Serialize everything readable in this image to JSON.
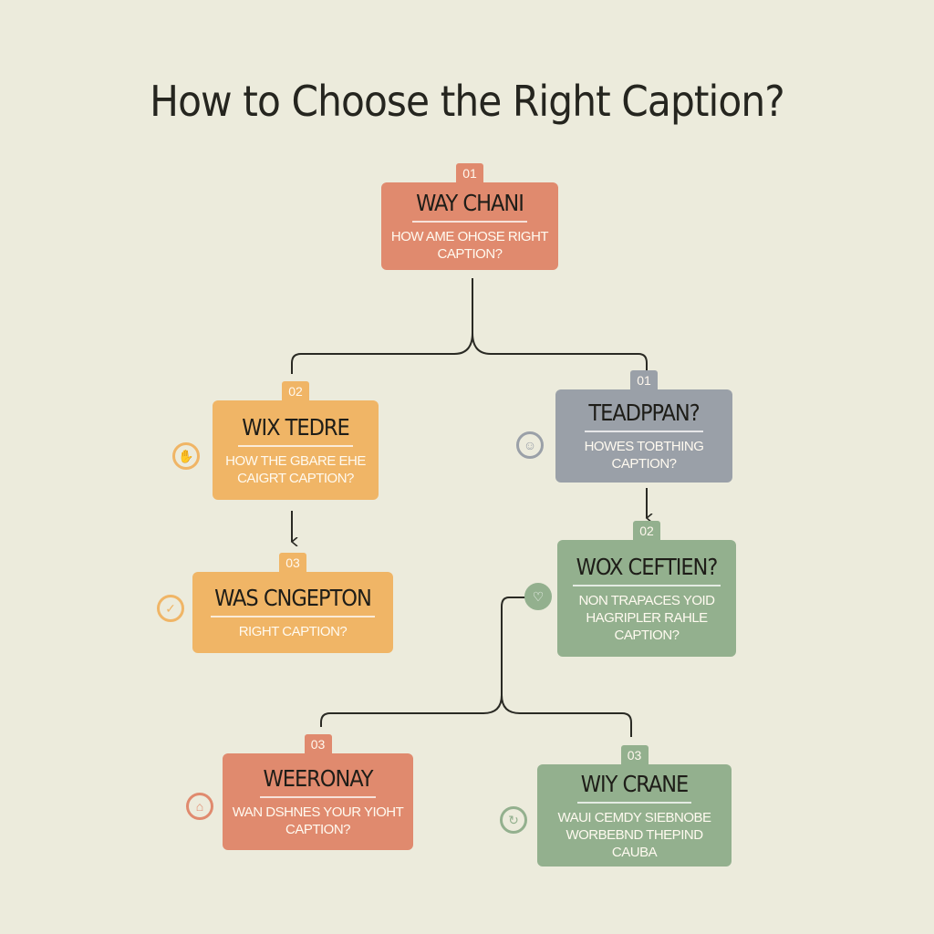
{
  "title": "How to Choose the Right Caption?",
  "colors": {
    "background": "#ecebdc",
    "coral": "#e08a6e",
    "orange": "#f0b566",
    "slate": "#9aa0a8",
    "sage": "#93b08e",
    "line": "#2a2a24"
  },
  "nodes": [
    {
      "number": "01",
      "heading": "WAY CHANI",
      "subtitle": "HOW AME OHOSE RIGHT CAPTION?",
      "color": "coral",
      "icon": ""
    },
    {
      "number": "02",
      "heading": "WIX TEDRE",
      "subtitle": "HOW THE GBARE EHE CAIGRT CAPTION?",
      "color": "orange",
      "icon": "hand-icon"
    },
    {
      "number": "01",
      "heading": "TEADPPAN?",
      "subtitle": "HOWES TOBTHING CAPTION?",
      "color": "slate",
      "icon": "people-icon"
    },
    {
      "number": "03",
      "heading": "WAS CNGEPTON",
      "subtitle": "RIGHT CAPTION?",
      "color": "orange",
      "icon": "check-icon"
    },
    {
      "number": "02",
      "heading": "WOX CEFTIEN?",
      "subtitle": "NON TRAPACES YOID HAGRIPLER RAHLE CAPTION?",
      "color": "sage",
      "icon": "heart-icon"
    },
    {
      "number": "03",
      "heading": "WEERONAY",
      "subtitle": "WAN DSHNES YOUR YIOHT CAPTION?",
      "color": "coral",
      "icon": "bag-icon"
    },
    {
      "number": "03",
      "heading": "WIY CRANE",
      "subtitle": "WAUI CEMDY SIEBNOBE WORBEBND THEPIND CAUBA",
      "color": "sage",
      "icon": "refresh-icon"
    }
  ]
}
